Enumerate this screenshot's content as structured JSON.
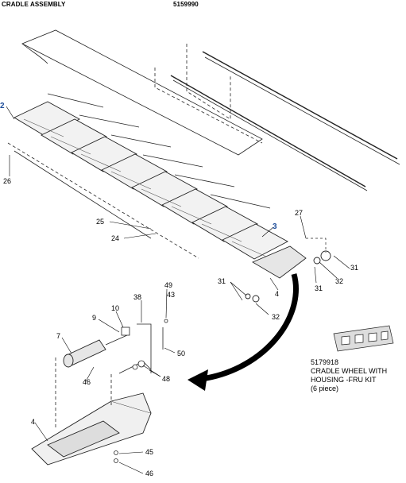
{
  "header": {
    "title": "CRADLE ASSEMBLY",
    "part_number": "5159990"
  },
  "callouts": {
    "c2": "2",
    "c26": "26",
    "c25": "25",
    "c24": "24",
    "c3": "3",
    "c27": "27",
    "c31a": "31",
    "c32a": "32",
    "c31b": "31",
    "c31c": "31",
    "c4a": "4",
    "c32b": "32",
    "c49": "49",
    "c43": "43",
    "c38": "38",
    "c10": "10",
    "c9": "9",
    "c7": "7",
    "c50": "50",
    "c48": "48",
    "c46a": "46",
    "c4b": "4",
    "c45": "45",
    "c46b": "46"
  },
  "kit": {
    "part_number": "5179918",
    "line1": "CRADLE WHEEL WITH",
    "line2": "HOUSING -FRU KIT",
    "line3": "(6 piece)"
  }
}
